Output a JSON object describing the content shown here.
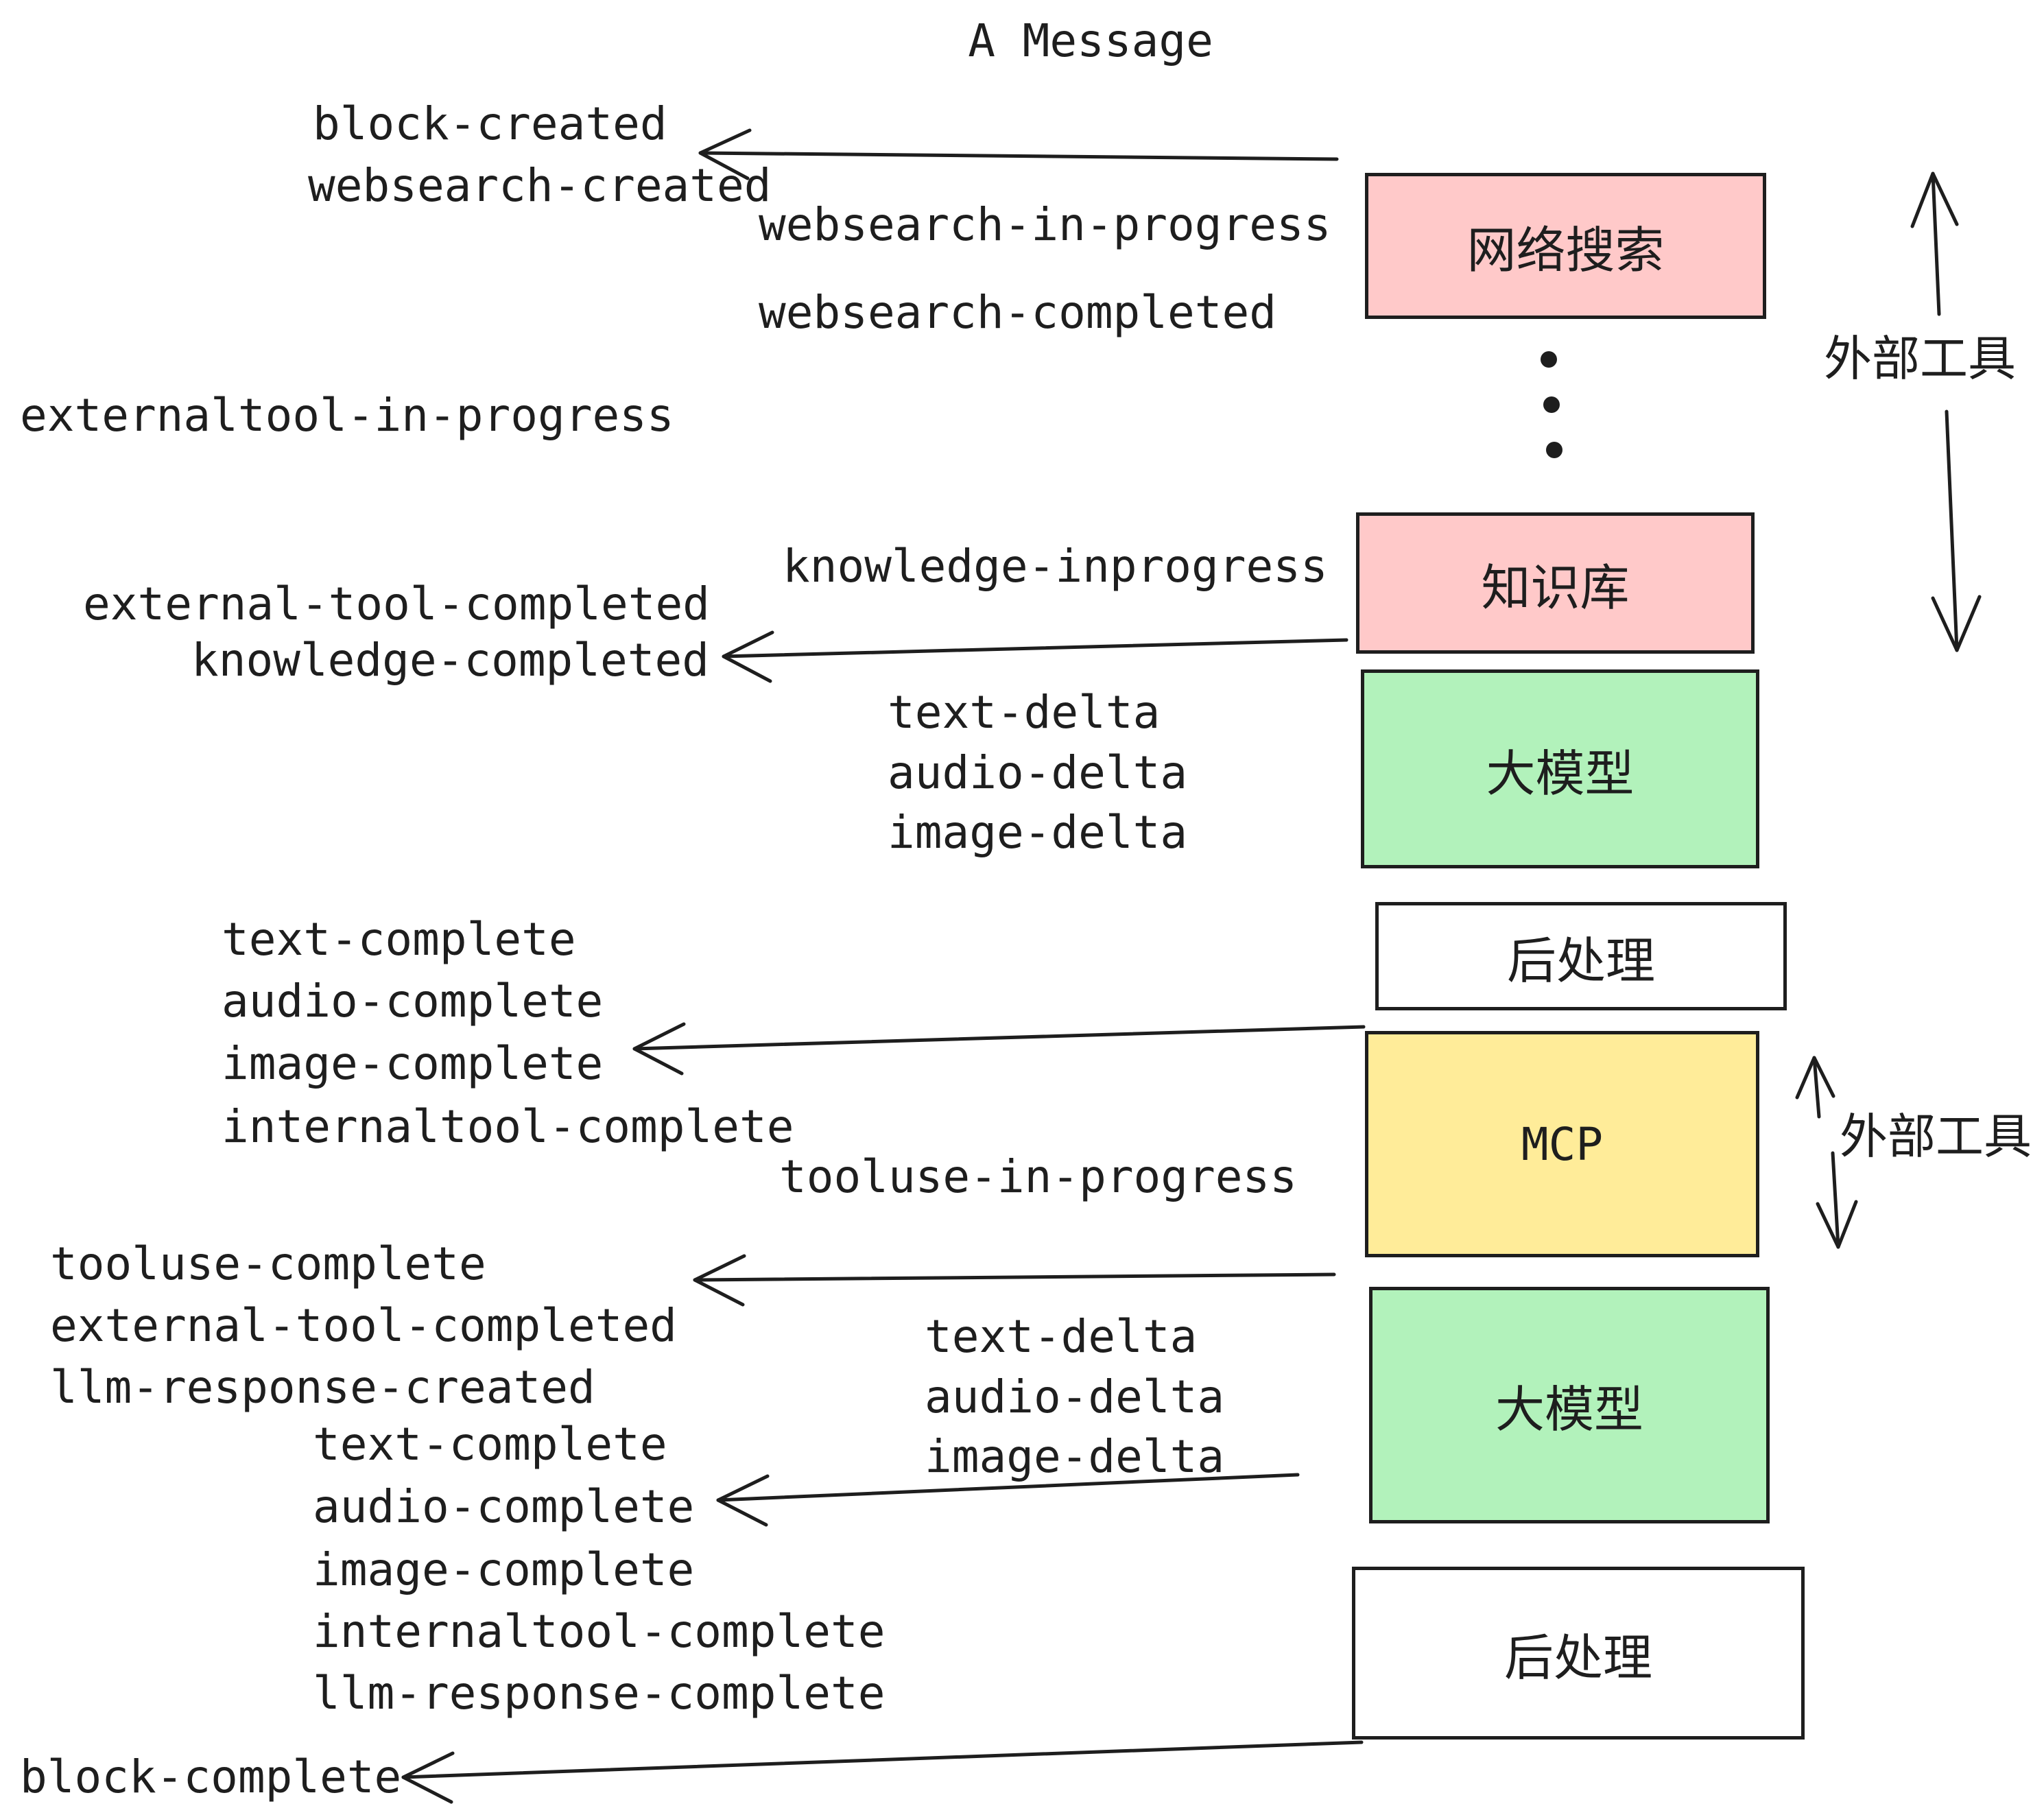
{
  "title": "A Message",
  "events": {
    "block_created": "block-created",
    "websearch_created": "websearch-created",
    "websearch_in_progress": "websearch-in-progress",
    "websearch_completed": "websearch-completed",
    "externaltool_in_progress": "externaltool-in-progress",
    "knowledge_inprogress": "knowledge-inprogress",
    "external_tool_completed": "external-tool-completed",
    "knowledge_completed": "knowledge-completed",
    "text_delta": "text-delta",
    "audio_delta": "audio-delta",
    "image_delta": "image-delta",
    "text_complete": "text-complete",
    "audio_complete": "audio-complete",
    "image_complete": "image-complete",
    "internaltool_complete": "internaltool-complete",
    "tooluse_in_progress": "tooluse-in-progress",
    "tooluse_complete": "tooluse-complete",
    "llm_response_created": "llm-response-created",
    "llm_response_complete": "llm-response-complete",
    "block_complete": "block-complete"
  },
  "boxes": {
    "websearch": "网络搜索",
    "knowledge": "知识库",
    "llm": "大模型",
    "post": "后处理",
    "mcp": "MCP"
  },
  "annotations": {
    "external_tools": "外部工具"
  },
  "colors": {
    "box_pink": "#ffc9c9",
    "box_green": "#b2f2bb",
    "box_yellow": "#ffec99",
    "box_white": "#ffffff",
    "stroke": "#1e1e1e",
    "background": "#ffffff"
  }
}
